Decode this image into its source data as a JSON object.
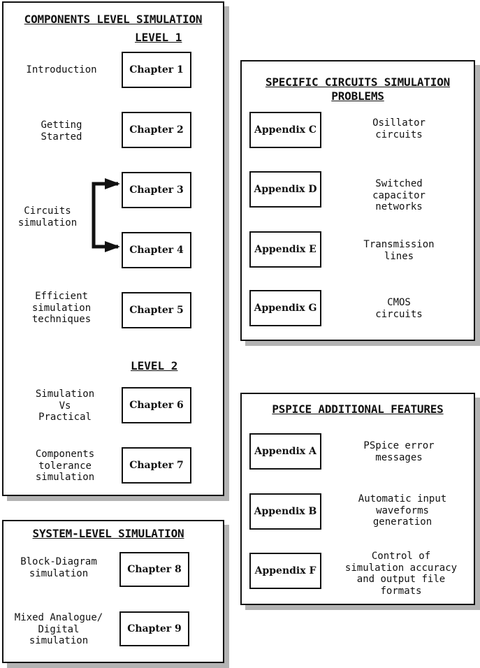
{
  "components_panel": {
    "title": "COMPONENTS LEVEL SIMULATION",
    "level1": "LEVEL 1",
    "level2": "LEVEL 2",
    "rows": [
      {
        "topic": "Introduction",
        "chapter": "Chapter 1"
      },
      {
        "topic": "Getting\nStarted",
        "chapter": "Chapter 2"
      },
      {
        "topic": "",
        "chapter": "Chapter 3"
      },
      {
        "topic": "Circuits\nsimulation",
        "chapter": ""
      },
      {
        "topic": "",
        "chapter": "Chapter 4"
      },
      {
        "topic": "Efficient\nsimulation\ntechniques",
        "chapter": "Chapter 5"
      },
      {
        "topic": "Simulation\nVs\nPractical",
        "chapter": "Chapter 6"
      },
      {
        "topic": "Components\ntolerance\nsimulation",
        "chapter": "Chapter 7"
      }
    ]
  },
  "system_panel": {
    "title": "SYSTEM-LEVEL SIMULATION",
    "rows": [
      {
        "topic": "Block-Diagram\nsimulation",
        "chapter": "Chapter 8"
      },
      {
        "topic": "Mixed Analogue/\nDigital\nsimulation",
        "chapter": "Chapter 9"
      }
    ]
  },
  "specific_panel": {
    "title": "SPECIFIC CIRCUITS SIMULATION\nPROBLEMS",
    "rows": [
      {
        "appendix": "Appendix C",
        "topic": "Osillator\ncircuits"
      },
      {
        "appendix": "Appendix D",
        "topic": "Switched\ncapacitor\nnetworks"
      },
      {
        "appendix": "Appendix E",
        "topic": "Transmission\nlines"
      },
      {
        "appendix": "Appendix G",
        "topic": "CMOS\ncircuits"
      }
    ]
  },
  "pspice_panel": {
    "title": "PSPICE ADDITIONAL FEATURES",
    "rows": [
      {
        "appendix": "Appendix A",
        "topic": "PSpice error\nmessages"
      },
      {
        "appendix": "Appendix B",
        "topic": "Automatic input\nwaveforms\ngeneration"
      },
      {
        "appendix": "Appendix F",
        "topic": "Control of\nsimulation accuracy\nand output file\nformats"
      }
    ]
  }
}
